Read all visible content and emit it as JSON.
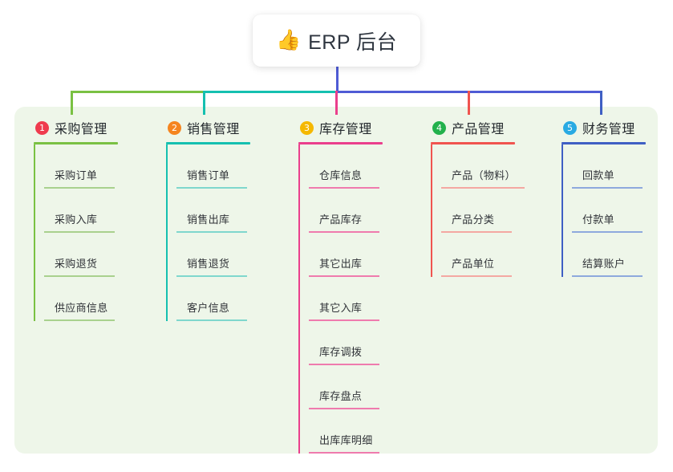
{
  "diagram": {
    "type": "mind-map",
    "root": {
      "icon": "thumbs-up-icon",
      "icon_glyph": "👍",
      "label": "ERP 后台"
    },
    "panel_background": "#eef6e9",
    "trunk_segments": [
      {
        "name": "trunk-green",
        "color": "#7ac143"
      },
      {
        "name": "trunk-teal",
        "color": "#15c0b0"
      },
      {
        "name": "trunk-blue",
        "color": "#4f5bd5"
      }
    ],
    "columns": [
      {
        "index": "1",
        "title": "采购管理",
        "badge_color": "#ef3b4e",
        "line_color": "#7ac143",
        "leaf_line_color": "#a9d18e",
        "drop_color": "#7ac143",
        "items": [
          "采购订单",
          "采购入库",
          "采购退货",
          "供应商信息"
        ]
      },
      {
        "index": "2",
        "title": "销售管理",
        "badge_color": "#f5851f",
        "line_color": "#15c0b0",
        "leaf_line_color": "#7fd7cd",
        "drop_color": "#15c0b0",
        "items": [
          "销售订单",
          "销售出库",
          "销售退货",
          "客户信息"
        ]
      },
      {
        "index": "3",
        "title": "库存管理",
        "badge_color": "#f5b800",
        "line_color": "#ea3f8c",
        "leaf_line_color": "#ef7bae",
        "drop_color": "#ea3f8c",
        "items": [
          "仓库信息",
          "产品库存",
          "其它出库",
          "其它入库",
          "库存调拨",
          "库存盘点",
          "出库库明细"
        ]
      },
      {
        "index": "4",
        "title": "产品管理",
        "badge_color": "#22b14c",
        "line_color": "#f0544f",
        "leaf_line_color": "#f4a8a2",
        "drop_color": "#f0544f",
        "items": [
          "产品（物料）",
          "产品分类",
          "产品单位"
        ]
      },
      {
        "index": "5",
        "title": "财务管理",
        "badge_color": "#29aae3",
        "line_color": "#3f5fc4",
        "leaf_line_color": "#8ea9dd",
        "drop_color": "#3f5fc4",
        "items": [
          "回款单",
          "付款单",
          "结算账户"
        ]
      }
    ]
  }
}
